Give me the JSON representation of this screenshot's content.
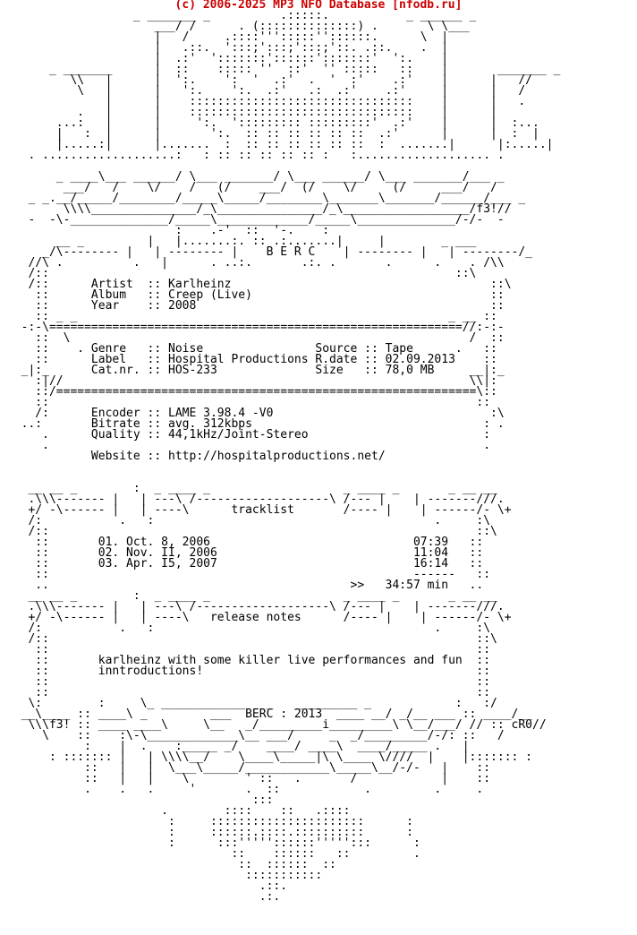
{
  "header": {
    "text": "(c) 2006-2025 MP3 NFO Database [nfodb.ru]",
    "color": "#cc0000"
  },
  "nfo": {
    "text_color": "#000000",
    "background": "#ffffff",
    "lines": [
      "                  _ _______ _          .:::::.           _ ______ _",
      "                     ___/ /      . (::::::::::::::) .       \\ \\___",
      "                     |   /     .::::''':::::''::::::.      \\  |",
      "                     |   .::.  ':::;':::;':::;'::. .::.    .  |",
      "                     |  .:'  ':::::::'::::::':::::::'  ':.    |",
      "      _ _______      |  ::    ::::: ''  ::'  '' :::::   ::    |       _______ _",
      "         \\\\   |      |  ':.    ':  '  .:'  .  '  :'    .:'    |      |   //",
      "          \\   |      |   ':.    ':.  .:'   .:  .:'    .:'     |      |   /",
      "              |      |    ::::::::::::::::::::::::::::::::    |      |   .",
      "          .   |      |    ::::::::::::::::::::::::::::::::    |      |",
      "       ...:   |      |     ':.  '::::::::: :::::::::'  .:'    |      |  :...",
      "       |   :  |      |       ':.  :: :: :: :: :: ::  .:'      |      |  :  |",
      "       |.....:|      |.......  :  :: :: :: :: :: ::  :  .......|      |:.....|",
      "   . ...................:   : :: :: :: :: :: :   :................... .",
      "",
      "       _ ____\\___ ______/ \\___ _______/ \\___ ______/ \\___ _______/___ _",
      "        ___/   /    \\/    /   (/    ___/  (/    \\/     (/     ___/   /",
      "   _ _.__/_____/________/_____\\_____/________\\_______\\_______/______/___ _",
      "        \\\\\\\\_______________/_\\_______________/_\\__________________/f3!//",
      "   -  -\\-______________/_____\\_____________/_____\\______________/-/-  -",
      "                        :    .-'  ::  '-.    :",
      "       __ _         |   |.......:. :: .:.......|     |        _ ___",
      "     _/\\-------- |   | -------- |    B E R C    | -------- |   | --------/_",
      "   //\\ .          .   |      . ..:.       .:. .       .      .    . /\\\\",
      "   /::                                                          ::\\",
      "   /::      Artist  :: Karlheinz                                     ::\\",
      "    ::      Album   :: Creep (Live)                                  ::",
      "    ::      Year    :: 2008                                          ::",
      "    :: _ _                                                     _ __ ::",
      "  -:-\\===========================================================//:-:-",
      "    ::  \\                                                         /  ::",
      "    ::    . Genre   :: Noise                Source :: Tape      .   ::",
      "    ::      Label   :: Hospital Productions R.date :: 02.09.2013    ::",
      "  _|:_      Cat.nr. :: HOS-233              Size   :: 78,0 MB     __|:_",
      "    :|//                                                          \\\\|:",
      "    ::/============================================================\\::",
      "    ::                                                             ::",
      "    /:      Encoder :: LAME 3.98.4 -V0                               :\\",
      "  ..:       Bitrate :: avg. 312kbps                                 : .",
      "     .      Quality :: 44,1kHz/Joint-Stereo                         :",
      "     .                                                              .",
      "            Website :: http://hospitalproductions.net/",
      "",
      "",
      "   __ __ _        :  _ ____ _                   _ ____ _       _ __ __",
      "   .\\\\\\------- |   | ---\\ /-------------------\\ /--- |    | -------///.",
      "   +/ -\\------ |   | ----\\      tracklist       /---- |    | ------/- \\+",
      "   /:           .   :                                        .     :\\",
      "   /::                                                             ::\\",
      "    ::       01. Oct. 8, 2006                             07:39   ::",
      "    ::       02. Nov. II, 2006                            11:04   ::",
      "    ::       03. Apr. I5, 2007                            16:14   ::",
      "    ::                                                    ------   ::",
      "    ..                                           >>   34:57 min   ..",
      "   __ __ _        :  _ ____ _                   _ ____ _       _ __ __",
      "   .\\\\\\------- |   | ---\\ /-------------------\\ /--- |    | -------///.",
      "   +/ -\\------ |   | ----\\   release notes      /---- |    | ------/- \\+",
      "   /:           .   :                                        .     :\\",
      "   /::                                                             ::\\",
      "    ::                                                             ::",
      "    ::       karlheinz with some killer live performances and fun  ::",
      "    ::       inntroductions!                                       ::",
      "    ::                                                             ::",
      "    ::                                                             ::",
      "   \\:        :     \\_ ____________   _   _________ _            :   :/",
      "  __\\____ :: ____\\ _         ___  BERC : 2013  ____ __/ _/__ ___ :: ____/__",
      "   \\\\\\f3! :: ____ ____\\     \\__   _/_________i_________\\ \\__/___/ // :: cR0//",
      "     \\    ::    :\\-\\_____________\\__ ___/     _  _/_________/-/: ::   /",
      "           :    |  .    :_____ _/    ____/ ____\\  ____/_____ .   |",
      "      : ::::::: |   | \\\\\\\\__/    \\____\\_____|\\ \\____ \\////  |    |::::::: :",
      "           ::   |   |  \\___\\_____/____________\\_____\\__/-/-   |    ::",
      "           ::   |   |    \\        ' ::   .       /            |    ::",
      "           .    .   .     '       .  ::            .         .     .",
      "                                   :::                      ",
      "                      .        ::::    ::   .::::",
      "                       :     ::::::::::::::::::::::      :",
      "                       :     ::::::.::::.::::::::::      :",
      "                       :      :::'''''::::::''''':::      :",
      "                                ::    ::::::   ::         .",
      "                                 ::  ::::::  ::",
      "                                  :::::::::::",
      "                                    .::.",
      "                                    .:."
    ]
  }
}
